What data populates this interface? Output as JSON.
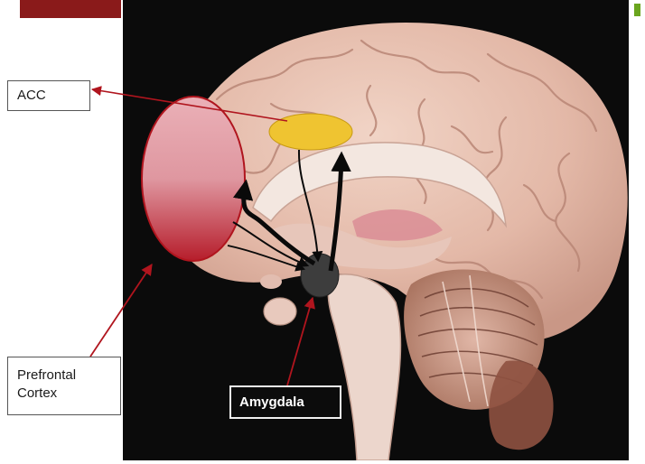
{
  "labels": {
    "acc": "ACC",
    "prefrontal_cortex": "Prefrontal\nCortex",
    "amygdala": "Amygdala"
  },
  "colors": {
    "accent_bar": "#8a1a1a",
    "green_tick": "#6aa51e",
    "background_photo": "#0b0b0b",
    "brain_tissue": "#e8c2b2",
    "acc_region": "#efc431",
    "pfc_region": "#c4343d",
    "amygdala_region": "#3d3d3d",
    "leader_line": "#b0151e",
    "pathway_arrow": "#0a0a0a"
  },
  "regions": [
    "ACC",
    "Prefrontal Cortex",
    "Amygdala"
  ]
}
